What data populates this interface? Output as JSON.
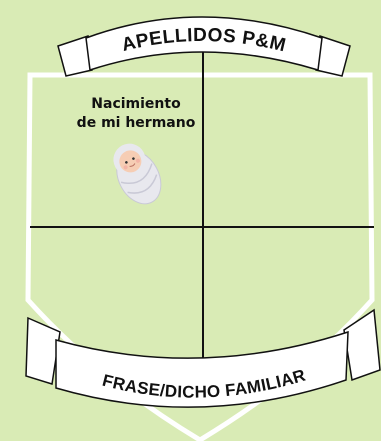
{
  "banner_top": {
    "label": "APELLIDOS P&M"
  },
  "banner_bottom": {
    "label": "FRASE/DICHO FAMILIAR"
  },
  "quadrant_top_left": {
    "caption_line1": "Nacimiento",
    "caption_line2": "de mi hermano",
    "image_icon": "swaddled-baby-icon"
  },
  "colors": {
    "background": "#d9ebb5",
    "shield_outline": "#ffffff",
    "banner_fill": "#ffffff",
    "divider": "#111111",
    "text": "#111111"
  }
}
